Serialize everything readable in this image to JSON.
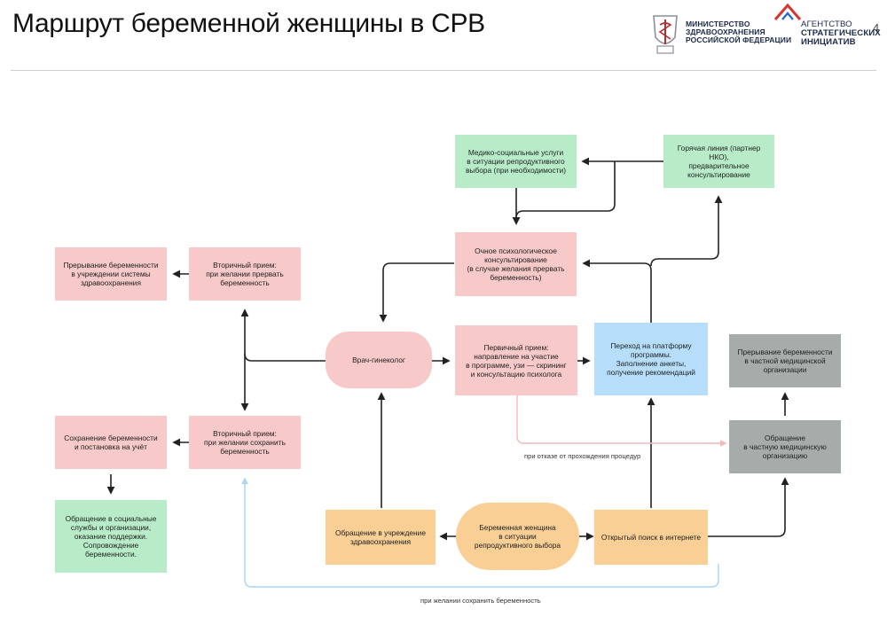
{
  "header": {
    "title": "Маршрут беременной женщины в СРВ",
    "page_number": "4",
    "ministry_logo_lines": [
      "МИНИСТЕРСТВО",
      "ЗДРАВООХРАНЕНИЯ",
      "РОССИЙСКОЙ ФЕДЕРАЦИИ"
    ],
    "agency_logo_lines": [
      "АГЕНТСТВО",
      "СТРАТЕГИЧЕСКИХ",
      "ИНИЦИАТИВ"
    ]
  },
  "colors": {
    "pink": "#f7c9c9",
    "green": "#b8ecc8",
    "orange": "#f9cf96",
    "blue": "#b6defa",
    "gray": "#a6acaa",
    "arrow": "#222222",
    "refusal_path": "#f4b9b9",
    "keep_path": "#a9d4f5"
  },
  "nodes": {
    "medsoc": [
      "Медико-социальные услуги",
      "в ситуации репродуктивного",
      "выбора (при необходимости)"
    ],
    "hotline": [
      "Горячая линия (партнер НКО),",
      "предварительное",
      "консультирование"
    ],
    "psych": [
      "Очное психологическое",
      "консультирование",
      "(в случае желания прервать",
      "беременность)"
    ],
    "term_state": [
      "Прерывание беременности",
      "в учреждении системы",
      "здравоохранения"
    ],
    "sec_term": [
      "Вторичный прием:",
      "при желании прервать",
      "беременность"
    ],
    "gyn": [
      "Врач-гинеколог"
    ],
    "primary": [
      "Первичный прием:",
      "направление на участие",
      "в программе, узи — скрининг",
      "и консультацию психолога"
    ],
    "platform": [
      "Переход на платформу",
      "программы.",
      "Заполнение анкеты,",
      "получение рекомендаций"
    ],
    "term_private": [
      "Прерывание беременности",
      "в частной медицинской",
      "организации"
    ],
    "keep": [
      "Сохранение беременности",
      "и постановка на учёт"
    ],
    "sec_keep": [
      "Вторичный прием:",
      "при желании сохранить",
      "беременность"
    ],
    "private_org": [
      "Обращение",
      "в частную медицинскую",
      "организацию"
    ],
    "social": [
      "Обращение в социальные",
      "службы и организации,",
      "оказание поддержки.",
      "Сопровождение",
      "беременности."
    ],
    "health_inst": [
      "Обращение в учреждение",
      "здравоохранения"
    ],
    "pregnant": [
      "Беременная женщина",
      "в ситуации",
      "репродуктивного выбора"
    ],
    "search": [
      "Открытый поиск в интернете"
    ]
  },
  "notes": {
    "refusal": "при отказе от прохождения процедур",
    "keep_wish": "при желании сохранить беременность"
  }
}
